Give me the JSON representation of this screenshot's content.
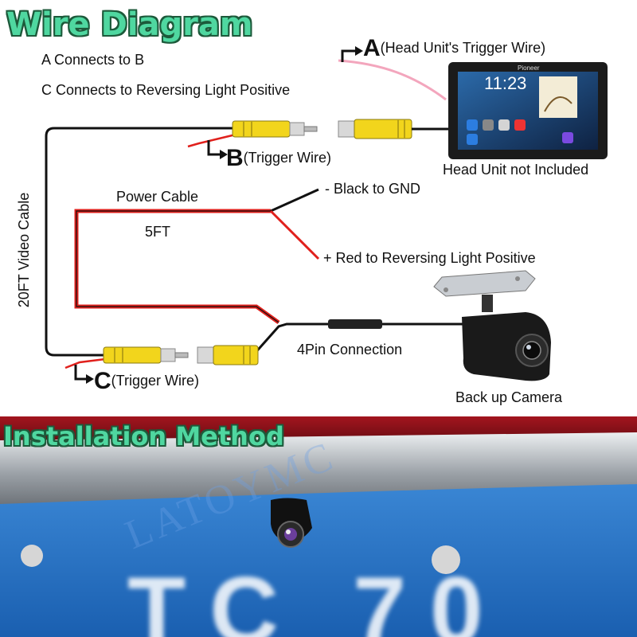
{
  "diagram_title": "Wire Diagram",
  "notes": [
    "A Connects to B",
    "C Connects to Reversing Light Positive"
  ],
  "wire_a": {
    "letter": "A",
    "text": "(Head Unit's Trigger Wire)"
  },
  "wire_b": {
    "letter": "B",
    "text": "(Trigger Wire)"
  },
  "wire_c": {
    "letter": "C",
    "text": "(Trigger Wire)"
  },
  "head_unit": {
    "caption": "Head Unit not Included",
    "time": "11:23",
    "brand": "Pioneer"
  },
  "power_cable": {
    "label": "Power Cable",
    "length": "5FT"
  },
  "black_wire": "- Black to GND",
  "red_wire": "+ Red to Reversing Light Positive",
  "video_cable": "20FT Video Cable",
  "connection": "4Pin Connection",
  "camera": "Back up Camera",
  "install_title": "Installation Method",
  "watermark": "LATOYMC",
  "plate_text": "TC 70",
  "colors": {
    "title_fill": "#4fd7a0",
    "red_wire": "#e0201c",
    "rca_yellow": "#f2d51c",
    "pink_wire": "#f3a6bd"
  }
}
